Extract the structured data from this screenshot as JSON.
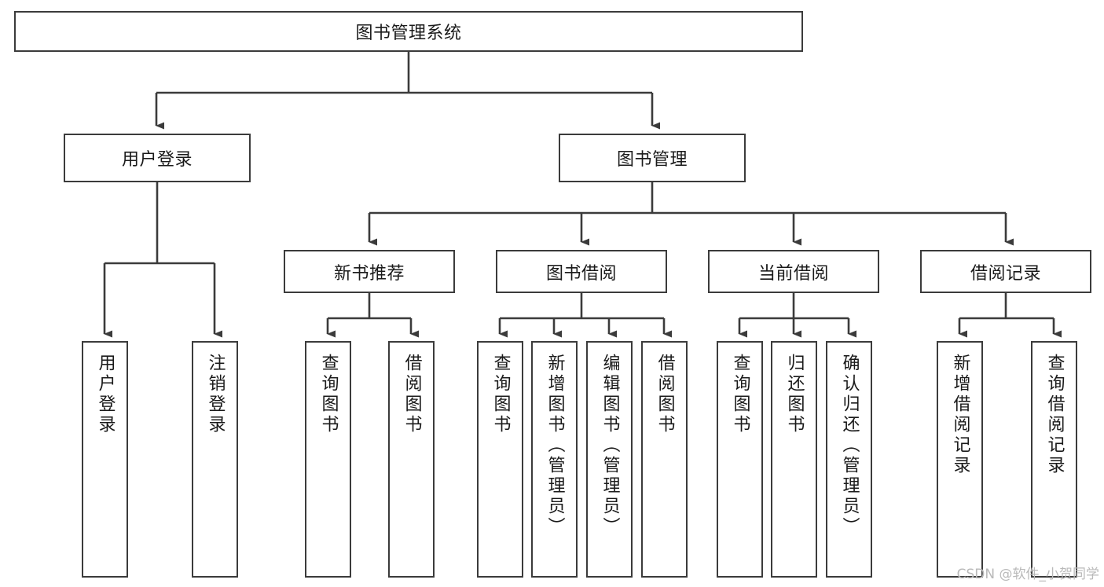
{
  "diagram": {
    "title": "图书管理系统",
    "type": "tree",
    "watermark": "CSDN @软件_小贺同学",
    "colors": {
      "box_border": "#3b3b3b",
      "box_fill": "#ffffff",
      "connector": "#3b3b3b",
      "text": "#1a1a1a",
      "watermark": "#b9b9b9",
      "background": "#ffffff"
    },
    "root": {
      "label": "图书管理系统"
    },
    "level2": [
      {
        "label": "用户登录"
      },
      {
        "label": "图书管理"
      }
    ],
    "level3": [
      {
        "label": "新书推荐"
      },
      {
        "label": "图书借阅"
      },
      {
        "label": "当前借阅"
      },
      {
        "label": "借阅记录"
      }
    ],
    "leaves": {
      "user_login": [
        {
          "label": "用户登录"
        },
        {
          "label": "注销登录"
        }
      ],
      "new_book_recommend": [
        {
          "label": "查询图书"
        },
        {
          "label": "借阅图书"
        }
      ],
      "book_borrow": [
        {
          "label": "查询图书"
        },
        {
          "label": "新增图书（管理员）"
        },
        {
          "label": "编辑图书（管理员）"
        },
        {
          "label": "借阅图书"
        }
      ],
      "current_borrow": [
        {
          "label": "查询图书"
        },
        {
          "label": "归还图书"
        },
        {
          "label": "确认归还（管理员）"
        }
      ],
      "borrow_record": [
        {
          "label": "新增借阅记录"
        },
        {
          "label": "查询借阅记录"
        }
      ]
    }
  }
}
